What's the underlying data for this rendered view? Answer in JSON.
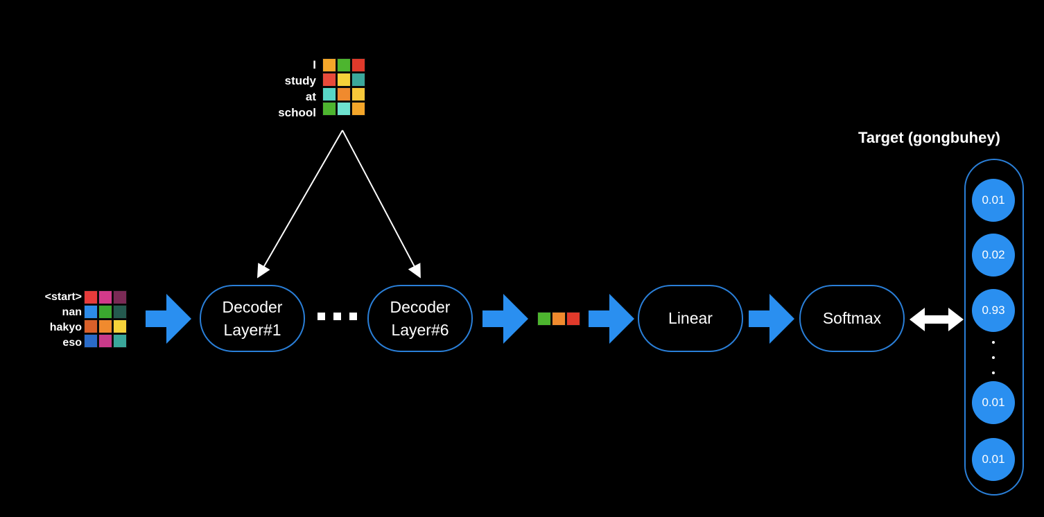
{
  "encoder_output": {
    "words": [
      "I",
      "study",
      "at",
      "school"
    ],
    "colors": [
      [
        "#f4a62a",
        "#4db52f",
        "#e03a2b"
      ],
      [
        "#e84a3a",
        "#f6d23a",
        "#3aa79b"
      ],
      [
        "#58d6c6",
        "#f08a2e",
        "#f6c83a"
      ],
      [
        "#4db52f",
        "#6ee2cf",
        "#f4a62a"
      ]
    ]
  },
  "decoder_input": {
    "words": [
      "<start>",
      "nan",
      "hakyo",
      "eso"
    ],
    "colors": [
      [
        "#e63b3b",
        "#d23a8a",
        "#7a2a55"
      ],
      [
        "#2d8be8",
        "#3aa82f",
        "#245a4f"
      ],
      [
        "#d9602a",
        "#f08a2e",
        "#f6d23a"
      ],
      [
        "#2a6bc8",
        "#c93a8a",
        "#3aa79b"
      ]
    ]
  },
  "layers": {
    "first": "Decoder\nLayer#1",
    "last": "Decoder\nLayer#6",
    "linear": "Linear",
    "softmax": "Softmax"
  },
  "output_vector_colors": [
    "#4db52f",
    "#f08a2e",
    "#e03a2b"
  ],
  "target": {
    "title": "Target (gongbuhey)",
    "probabilities_top": [
      "0.01",
      "0.02",
      "0.93"
    ],
    "probabilities_bottom": [
      "0.01",
      "0.01"
    ]
  },
  "colors": {
    "accent": "#2a8ff0",
    "node_border": "#2a7fd8",
    "background": "#000000"
  }
}
